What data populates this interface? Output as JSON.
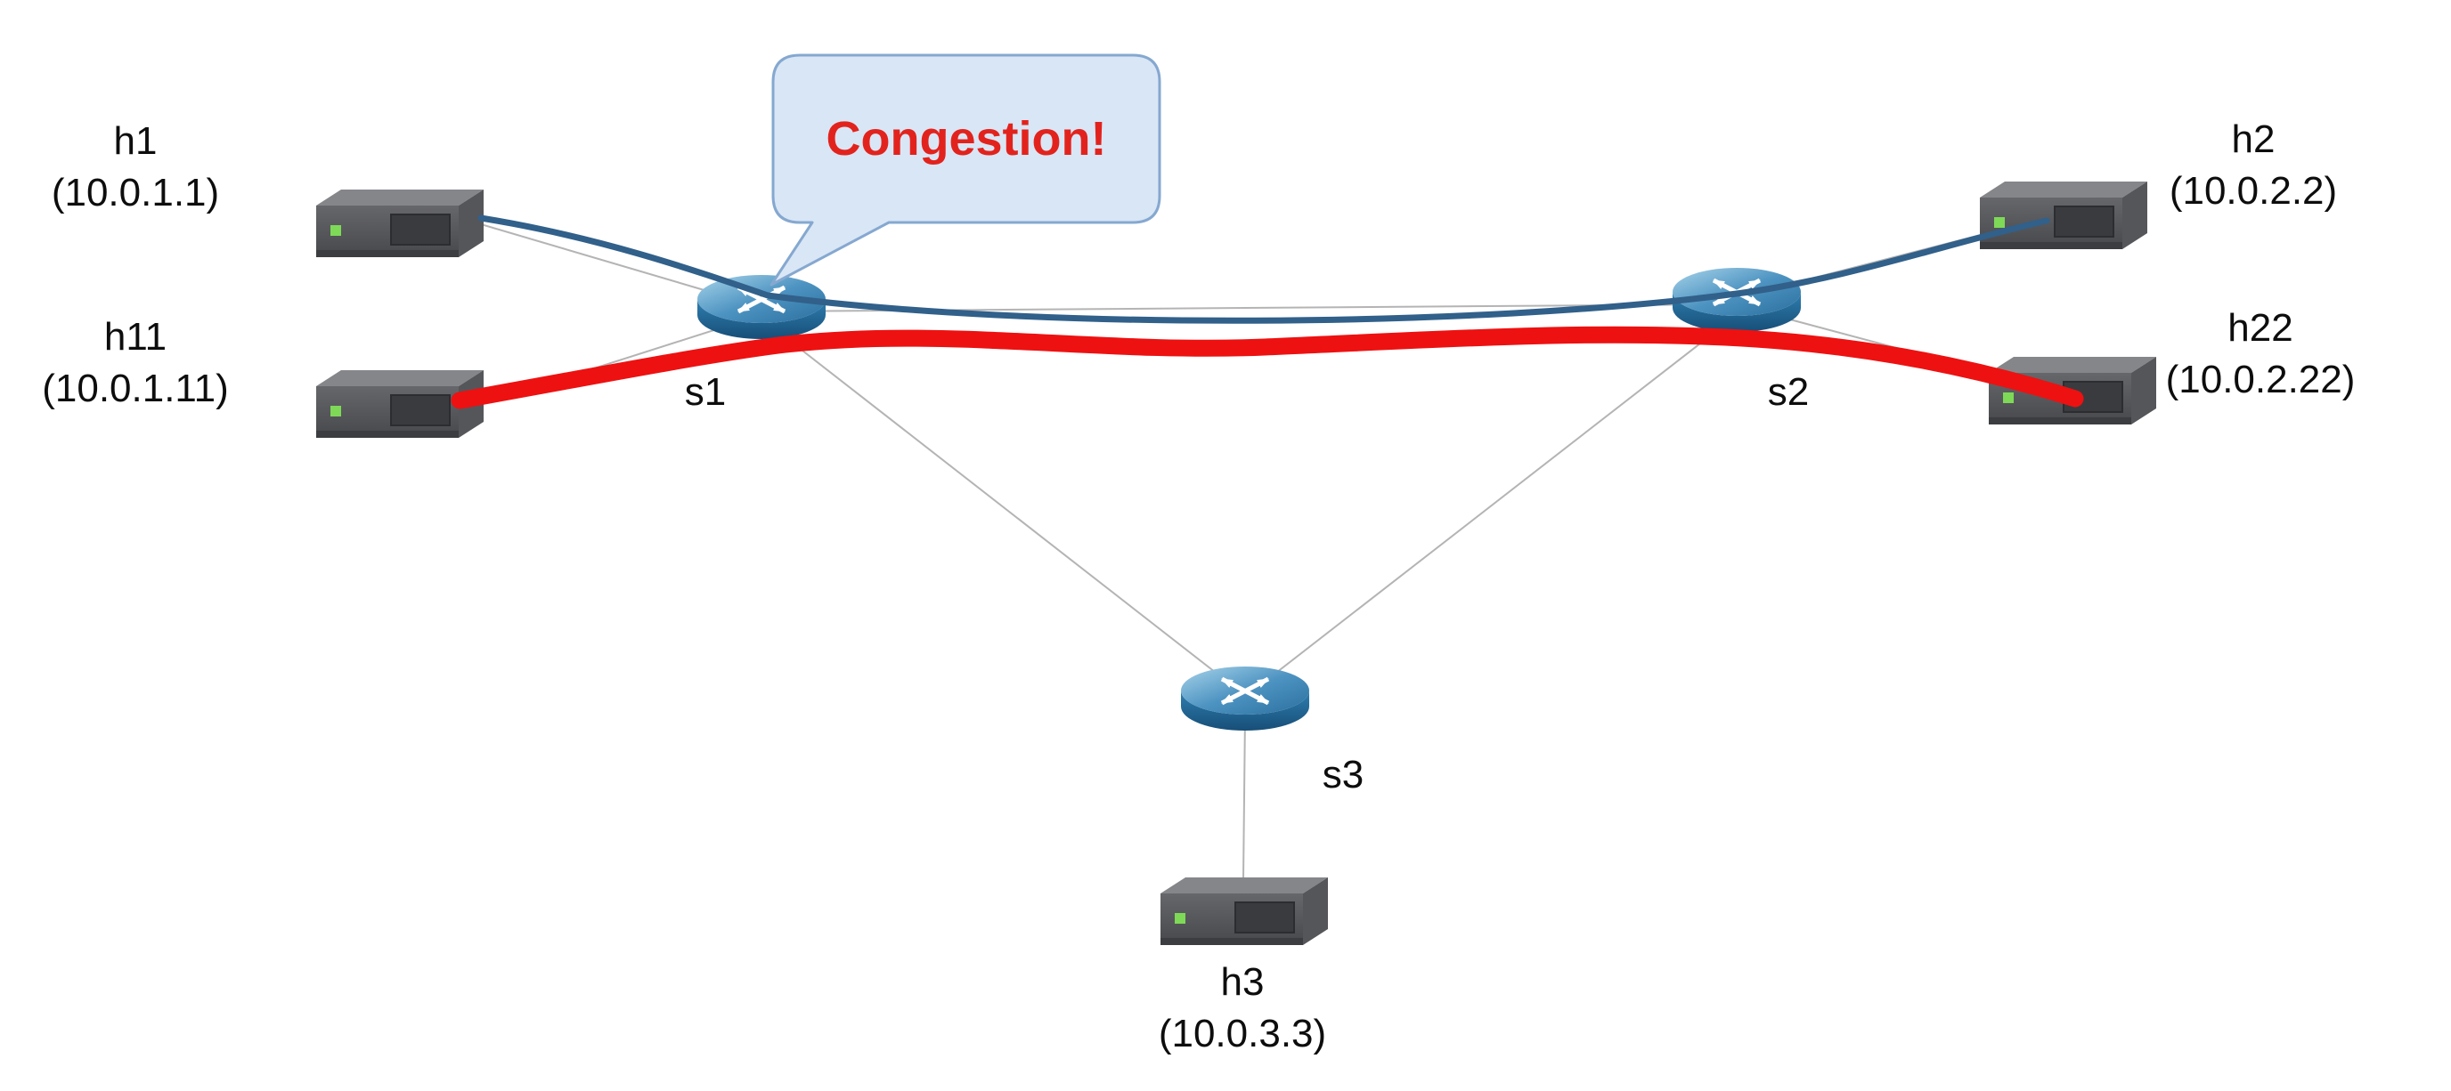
{
  "figure": {
    "type": "network-topology",
    "callout": {
      "text": "Congestion!",
      "target": "s1"
    },
    "switches": {
      "s1": {
        "label": "s1"
      },
      "s2": {
        "label": "s2"
      },
      "s3": {
        "label": "s3"
      }
    },
    "hosts": {
      "h1": {
        "label": "h1",
        "ip": "(10.0.1.1)"
      },
      "h11": {
        "label": "h11",
        "ip": "(10.0.1.11)"
      },
      "h2": {
        "label": "h2",
        "ip": "(10.0.2.2)"
      },
      "h22": {
        "label": "h22",
        "ip": "(10.0.2.22)"
      },
      "h3": {
        "label": "h3",
        "ip": "(10.0.3.3)"
      }
    },
    "links": [
      {
        "from": "h1",
        "to": "s1"
      },
      {
        "from": "h11",
        "to": "s1"
      },
      {
        "from": "s1",
        "to": "s2"
      },
      {
        "from": "s2",
        "to": "h2"
      },
      {
        "from": "s2",
        "to": "h22"
      },
      {
        "from": "s1",
        "to": "s3"
      },
      {
        "from": "s2",
        "to": "s3"
      },
      {
        "from": "s3",
        "to": "h3"
      }
    ],
    "flows": [
      {
        "name": "h1-to-h2",
        "path": [
          "h1",
          "s1",
          "s2",
          "h2"
        ],
        "color": "#31608a",
        "style": "thin-line"
      },
      {
        "name": "h11-to-h22-congested",
        "path": [
          "h11",
          "s1",
          "s2",
          "h22"
        ],
        "color": "#ee1111",
        "style": "thick-line"
      }
    ],
    "colors": {
      "flow_blue": "#31608a",
      "flow_red": "#ee1111",
      "link_gray": "#b4b4b4",
      "callout_fill": "#d9e6f5",
      "callout_border": "#85a8d0",
      "callout_text": "#e2231d"
    }
  }
}
